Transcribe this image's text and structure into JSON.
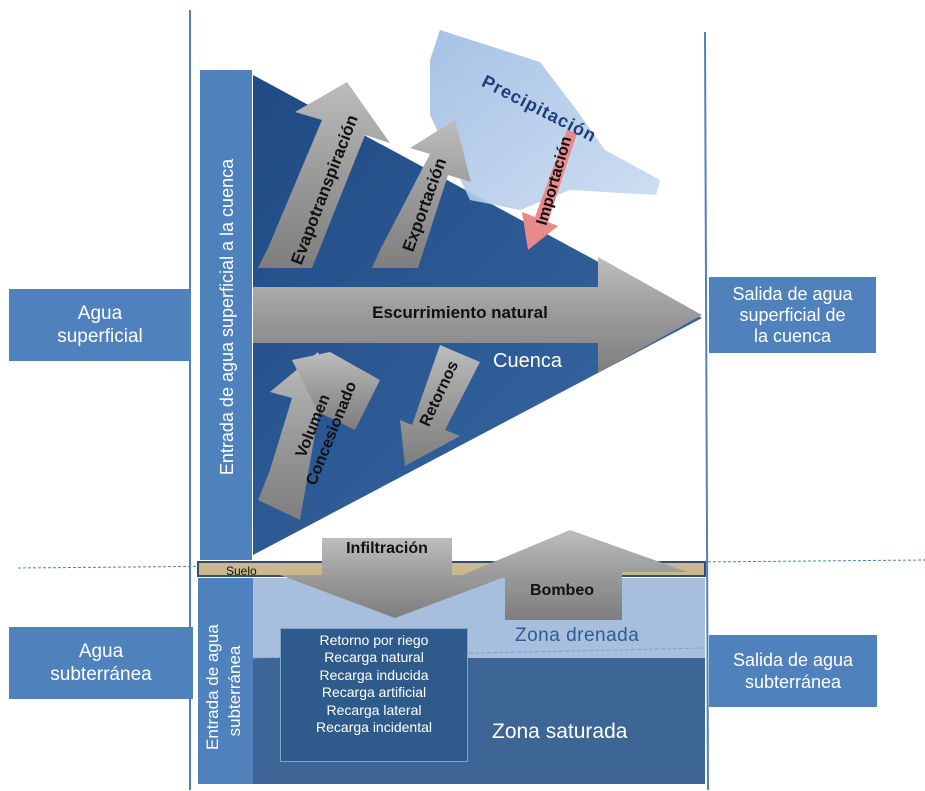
{
  "left_labels": {
    "surface": [
      "Agua",
      "superficial"
    ],
    "groundwater": [
      "Agua",
      "subterránea"
    ]
  },
  "right_labels": {
    "surface": [
      "Salida de agua",
      "superficial de",
      "la cuenca"
    ],
    "groundwater": [
      "Salida de agua",
      "subterránea"
    ]
  },
  "inputs": {
    "surface_entry": "Entrada de agua superficial a la cuenca",
    "groundwater_entry": [
      "Entrada de agua",
      "subterránea"
    ]
  },
  "flows": {
    "precipitation": "Precipitación",
    "import": "Importación",
    "evapotranspiration": "Evapotranspiración",
    "export": "Exportación",
    "runoff": "Escurrimiento natural",
    "basin": "Cuenca",
    "returns": "Retornos",
    "concession": [
      "Volumen",
      "Concesionado"
    ],
    "infiltration": "Infiltración",
    "pumping": "Bombeo",
    "soil": "Suelo"
  },
  "zones": {
    "drained": "Zona drenada",
    "saturated": "Zona saturada"
  },
  "recharge_items": [
    "Retorno por riego",
    "Recarga natural",
    "Recarga inducida",
    "Recarga artificial",
    "Recarga lateral",
    "Recarga  incidental"
  ],
  "colors": {
    "side_box": "#4F81BD",
    "basin": "#254F87",
    "drained_zone": "#A7BEDD",
    "saturated_zone": "#3D6595",
    "arrow_gray": "#9C9C9C",
    "import_arrow": "#E8898B",
    "precipitation": "#A9C4E4",
    "soil": "#C9B98C"
  }
}
